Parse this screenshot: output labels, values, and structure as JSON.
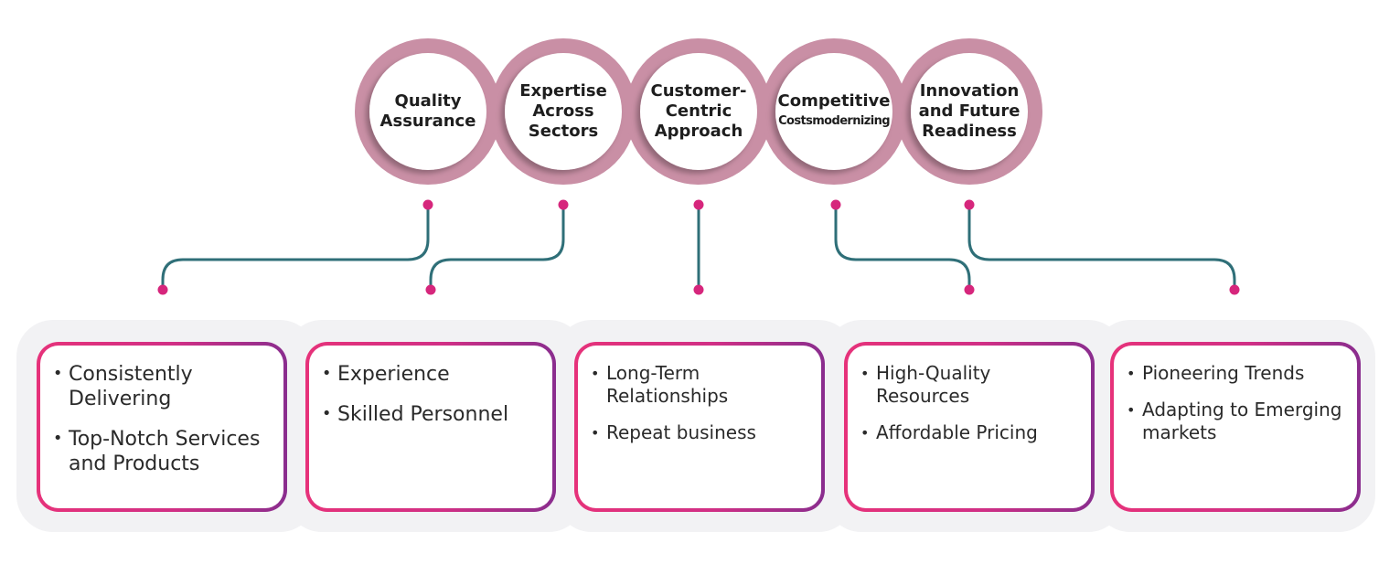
{
  "pillars": [
    {
      "title": "Quality\nAssurance",
      "title_small": ""
    },
    {
      "title": "Expertise\nAcross\nSectors",
      "title_small": ""
    },
    {
      "title": "Customer-\nCentric\nApproach",
      "title_small": ""
    },
    {
      "title": "Competitive",
      "title_small": "Costsmodernizing"
    },
    {
      "title": "Innovation\nand Future\nReadiness",
      "title_small": ""
    }
  ],
  "cards": [
    {
      "items": [
        "Consistently Delivering",
        "Top-Notch Services and Products"
      ]
    },
    {
      "items": [
        "Experience",
        "Skilled Personnel"
      ]
    },
    {
      "items": [
        "Long-Term Relationships",
        "Repeat business"
      ]
    },
    {
      "items": [
        "High-Quality Resources",
        "Affordable Pricing"
      ]
    },
    {
      "items": [
        "Pioneering Trends",
        "Adapting to Emerging markets"
      ]
    }
  ],
  "colors": {
    "ring": "#c98fa5",
    "connector": "#2f6f78",
    "dot": "#d6267c",
    "card_gradient_start": "#e6327a",
    "card_gradient_end": "#8a2d8e",
    "card_backdrop": "#f2f2f4"
  }
}
